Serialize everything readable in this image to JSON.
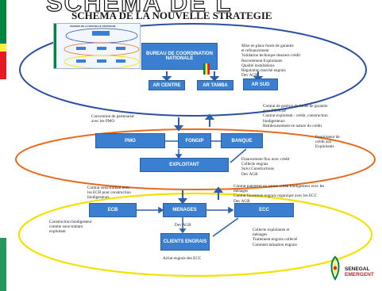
{
  "header": {
    "banner": "SCHEMA DE L",
    "title": "SCHEMA DE LA NOUVELLE STRATEGIE"
  },
  "thumbnail": {
    "title": "SCHEMA DE LA NOUVELLE STRATEGIE"
  },
  "nodes": {
    "coordination": "BUREAU DE COORDINATION NATIONALE",
    "centre": "AR CENTRE",
    "tamba": "AR TAMBA",
    "sud": "AR SUD",
    "pmo": "PMO",
    "fongip": "FONGIP",
    "banque": "BANQUE",
    "exploitant": "EXPLOITANT",
    "ecb": "ECB",
    "menages": "MENAGES",
    "ecc": "ECC",
    "clients": "CLIENTS ENGRAIS"
  },
  "notes": {
    "coord_tasks": "Mise en place fonds de garantie\net refinancement\nValidation technique dossiers crédit\nRecrutement Exploitants\nQualité installations\nRégulation marché engrais\nDev AGR",
    "convention": "Convention de partenariat\navec les PMO",
    "fonds_gestion": "Contrat de gestion du fonds de garantie\navec FONGIP\nContrat exploitant : crédit, construction\nbiodigesteurs\nRemboursement en nature du crédit",
    "fournisseur": "Fournisseur de\ncrédit aux\nExploitants",
    "financement": "Financement flux avec crédit\nCollecte engrais\nSuivi Constructions\nDev AGR",
    "ecb_contract": "Contrat sous-traitant avec\nles ECB pour construction\nbiodigesteurs",
    "nature_contract": "Contrat paiement en nature crédit biodigesteur avec les\nménages\nContrat fourniture engrais organique avec les ECC\nDev AGR",
    "ecb_task": "Construction biodigesteur\ncomme sous-traitant\nexploitant",
    "dev_agr": "Dev AGR",
    "ecc_tasks": "Collecte exploitants et\nménages\nTraitement engrais collecté\nCommercialisation engrais",
    "achat": "Achat engrais des ECC"
  },
  "brand": {
    "line1": "SENEGAL",
    "line2": "EMERGENT"
  },
  "colors": {
    "node_blue": "#3a7fd0",
    "ellipse_top": "#2b4fa3",
    "ellipse_mid": "#e86a1c",
    "ellipse_bottom": "#f2e200",
    "flag_green": "#00853f",
    "flag_yellow": "#fdef42",
    "flag_red": "#e31b23"
  }
}
